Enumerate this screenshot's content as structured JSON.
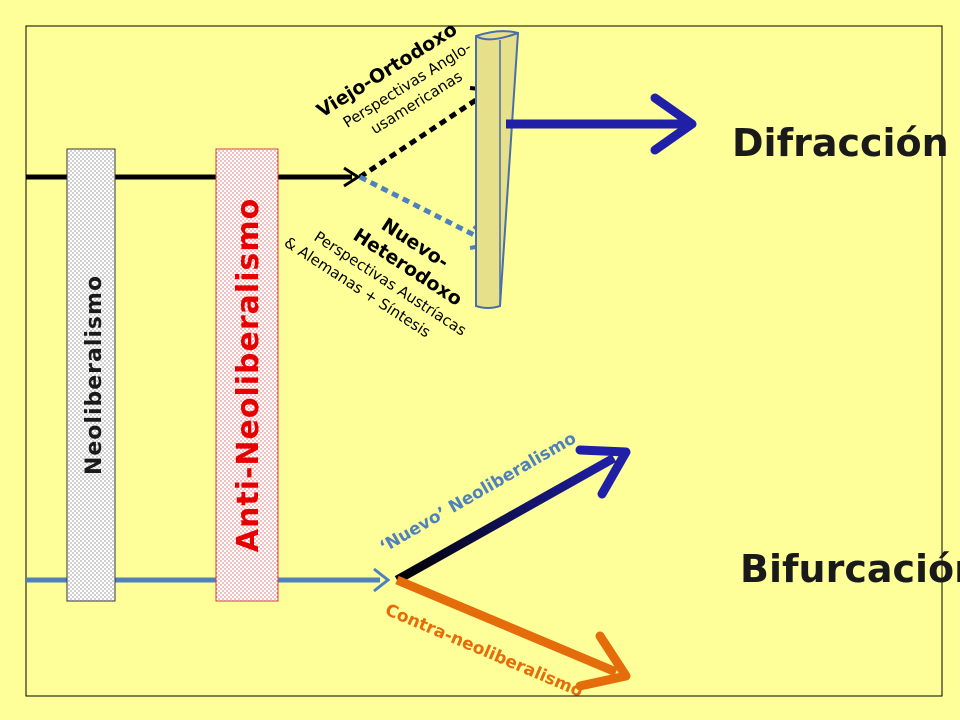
{
  "bars": {
    "neoliberalismo": "Neoliberalismo",
    "anti_neoliberalismo": "Anti-Neoliberalismo"
  },
  "difraccion": {
    "title": "Difracción",
    "viejo": {
      "title": "Viejo-Ortodoxo",
      "line1": "Perspectivas Anglo-",
      "line2": "usamericanas"
    },
    "nuevo": {
      "title1": "Nuevo-",
      "title2": "Heterodoxo",
      "line1": "Perspectivas Austríacas",
      "line2": "& Alemanas + Síntesis"
    }
  },
  "bifurcacion": {
    "title": "Bifurcación",
    "nuevo_neo": "‘Nuevo’ Neoliberalismo",
    "contra_neo": "Contra-neoliberalismo"
  },
  "colors": {
    "background": "#ffff99",
    "black_line": "#000000",
    "light_blue": "#4f81bd",
    "dark_blue": "#1f1fa8",
    "orange": "#e46c0a",
    "red_text": "#e60000",
    "lens_fill": "#e6e08a",
    "lens_stroke": "#4a6ea8"
  }
}
